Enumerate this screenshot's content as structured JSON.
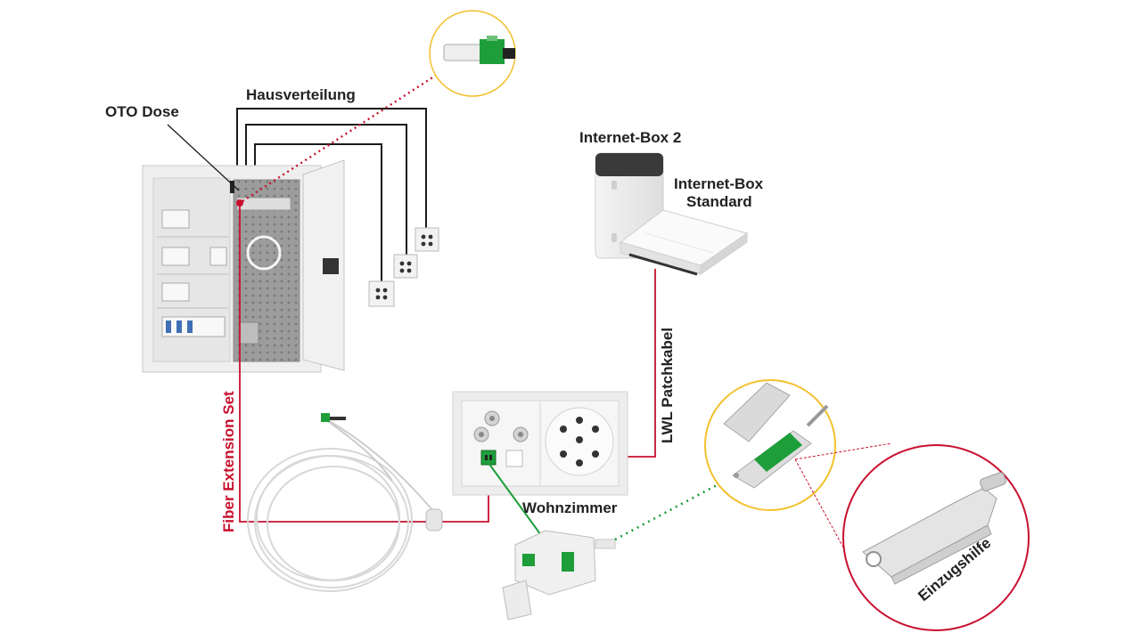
{
  "labels": {
    "hausverteilung": "Hausverteilung",
    "oto_dose": "OTO Dose",
    "internet_box_2": "Internet-Box 2",
    "internet_box_standard_line1": "Internet-Box",
    "internet_box_standard_line2": "Standard",
    "lwl_patchkabel": "LWL Patchkabel",
    "fiber_extension_set": "Fiber Extension Set",
    "wohnzimmer": "Wohnzimmer",
    "einzugshilfe": "Einzugshilfe"
  },
  "colors": {
    "red_line": "#c8102e",
    "green_accent": "#1e9e3a",
    "yellow_circle": "#f2c12e",
    "dark_line": "#1a1a1a"
  },
  "icons": [
    "fiber-connector-icon",
    "network-outlet-icon",
    "router-icon",
    "cable-coil-icon"
  ]
}
